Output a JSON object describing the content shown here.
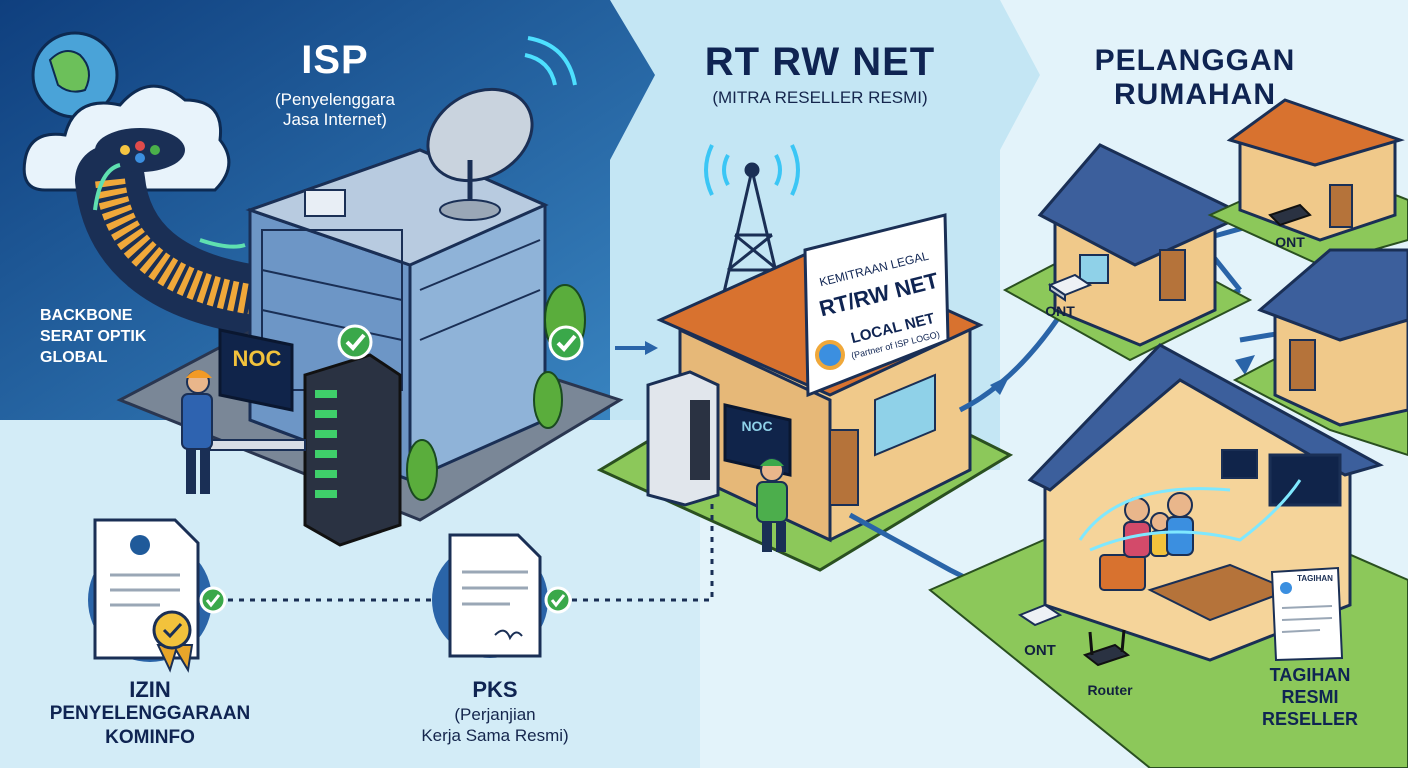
{
  "isp": {
    "title": "ISP",
    "subtitle_line1": "(Penyelenggara",
    "subtitle_line2": "Jasa Internet)",
    "noc_label": "NOC"
  },
  "backbone": {
    "line1": "BACKBONE",
    "line2": "SERAT OPTIK",
    "line3": "GLOBAL"
  },
  "rtrw": {
    "title": "RT RW NET",
    "subtitle": "(MITRA RESELLER RESMI)",
    "noc_label": "NOC",
    "sign_line1": "KEMITRAAN LEGAL",
    "sign_line2": "RT/RW NET",
    "sign_line3": "LOCAL NET",
    "sign_line4": "(Partner of ISP LOGO)"
  },
  "pelanggan": {
    "title_line1": "PELANGGAN",
    "title_line2": "RUMAHAN",
    "ont_label": "ONT",
    "router_label": "Router"
  },
  "izin": {
    "line1": "IZIN",
    "line2": "PENYELENGGARAAN",
    "line3": "KOMINFO"
  },
  "pks": {
    "line1": "PKS",
    "line2": "(Perjanjian",
    "line3": "Kerja Sama Resmi)"
  },
  "tagihan": {
    "line1": "TAGIHAN",
    "line2": "RESMI",
    "line3": "RESELLER",
    "doc_header": "TAGIHAN"
  },
  "colors": {
    "isp_panel": "#1f5a9a",
    "rtrw_panel": "#c4e6f4",
    "pelanggan_panel": "#e3f3fa",
    "grass": "#8cc85a",
    "roof_blue": "#3c5f9c",
    "roof_orange": "#d8722f",
    "wall": "#f0c98a",
    "check_green": "#3aa84a",
    "title_navy": "#0f2452"
  }
}
